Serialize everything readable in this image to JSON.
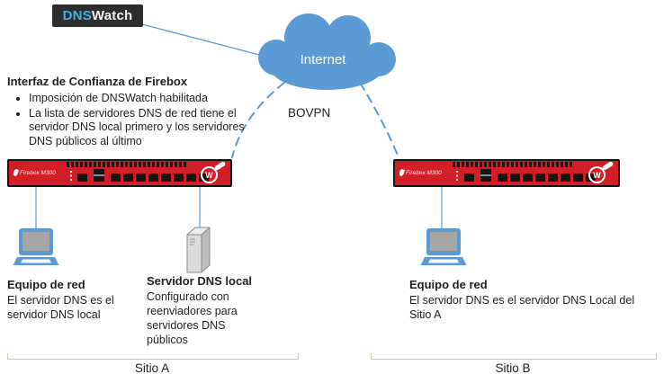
{
  "header": {
    "dnswatch_logo": {
      "dns": "DNS",
      "watch": "Watch"
    },
    "internet_label": "Internet",
    "bovpn_label": "BOVPN"
  },
  "note": {
    "title": "Interfaz de Confianza de Firebox",
    "bullets": [
      "Imposición de DNSWatch habilitada",
      "La lista de servidores DNS de red tiene el servidor DNS local primero y los servidores DNS públicos al último"
    ]
  },
  "firebox": {
    "model": "Firebox M300",
    "brand_letter": "W"
  },
  "site_a": {
    "bracket_label": "Sitio A",
    "computer": {
      "title": "Equipo de red",
      "description": "El servidor DNS es el servidor DNS local"
    },
    "dns_server": {
      "title": "Servidor DNS local",
      "description": "Configurado con reenviadores para servidores DNS públicos"
    }
  },
  "site_b": {
    "bracket_label": "Sitio B",
    "computer": {
      "title": "Equipo de red",
      "description": "El servidor DNS es el servidor DNS Local del Sitio A"
    }
  },
  "colors": {
    "cloud_blue": "#5B9BD5",
    "connector_blue": "#5B9BD5",
    "drop_line_blue": "#9DC3E6",
    "firebox_red": "#D21E26",
    "dnswatch_bg": "#2D2D2D",
    "dnswatch_dns_blue": "#3FB3E4",
    "bracket_green": "#C5CE9F"
  }
}
